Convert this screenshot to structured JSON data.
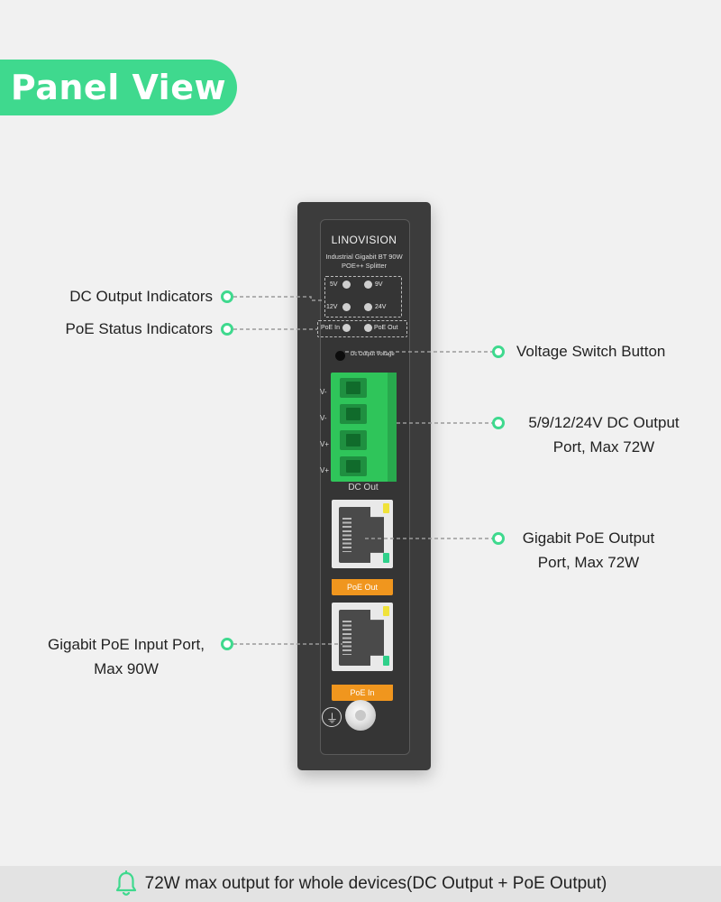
{
  "title": "Panel View",
  "device": {
    "brand": "LINOVISION",
    "model_line1": "Industrial Gigabit BT 90W",
    "model_line2": "POE++ Splitter",
    "led_5v": "5V",
    "led_9v": "9V",
    "led_12v": "12V",
    "led_24v": "24V",
    "led_poe_in": "PoE In",
    "led_poe_out": "PoE Out",
    "button_label": "Dc Output Voltage",
    "pins": [
      "V-",
      "V-",
      "V+",
      "V+"
    ],
    "dc_out_label": "DC Out",
    "poe_out_tag": "PoE Out",
    "poe_in_tag": "PoE In",
    "ground_symbol": "⏚"
  },
  "callouts": {
    "dc_indicators": "DC Output Indicators",
    "poe_status": "PoE Status Indicators",
    "voltage_button": "Voltage Switch Button",
    "dc_port_line1": "5/9/12/24V DC Output",
    "dc_port_line2": "Port, Max 72W",
    "poe_out_line1": "Gigabit PoE Output",
    "poe_out_line2": "Port, Max 72W",
    "poe_in_line1": "Gigabit PoE Input Port,",
    "poe_in_line2": "Max 90W"
  },
  "footer": {
    "text": "72W max output for whole devices(DC Output + PoE Output)",
    "icon": "bell-icon"
  },
  "colors": {
    "accent": "#3fd98e",
    "device": "#3c3c3c",
    "terminal": "#2fc55a",
    "port_tag": "#f0961e"
  }
}
